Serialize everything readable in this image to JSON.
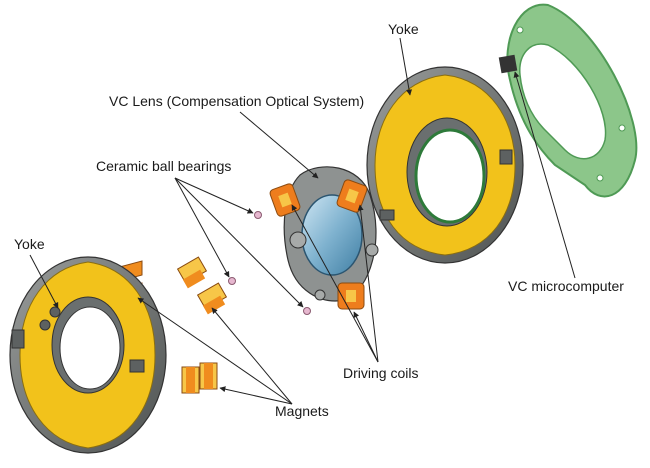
{
  "labels": {
    "yoke_top": "Yoke",
    "vc_lens": "VC Lens (Compensation Optical System)",
    "ceramic_ball_bearings": "Ceramic ball bearings",
    "yoke_left": "Yoke",
    "vc_microcomputer": "VC microcomputer",
    "driving_coils": "Driving coils",
    "magnets": "Magnets"
  },
  "colors": {
    "yoke_body": "#6b6f6f",
    "yoke_yellow": "#f2c21b",
    "pcb_green": "#8cc68a",
    "pcb_edge": "#4f9a55",
    "lens_blue": "#7fb2cf",
    "magnet_orange": "#f08c1e",
    "magnet_face": "#f7c648",
    "coil_orange": "#ee7d1d",
    "bearing_pink": "#e6b7cf",
    "leader_line": "#222222"
  }
}
